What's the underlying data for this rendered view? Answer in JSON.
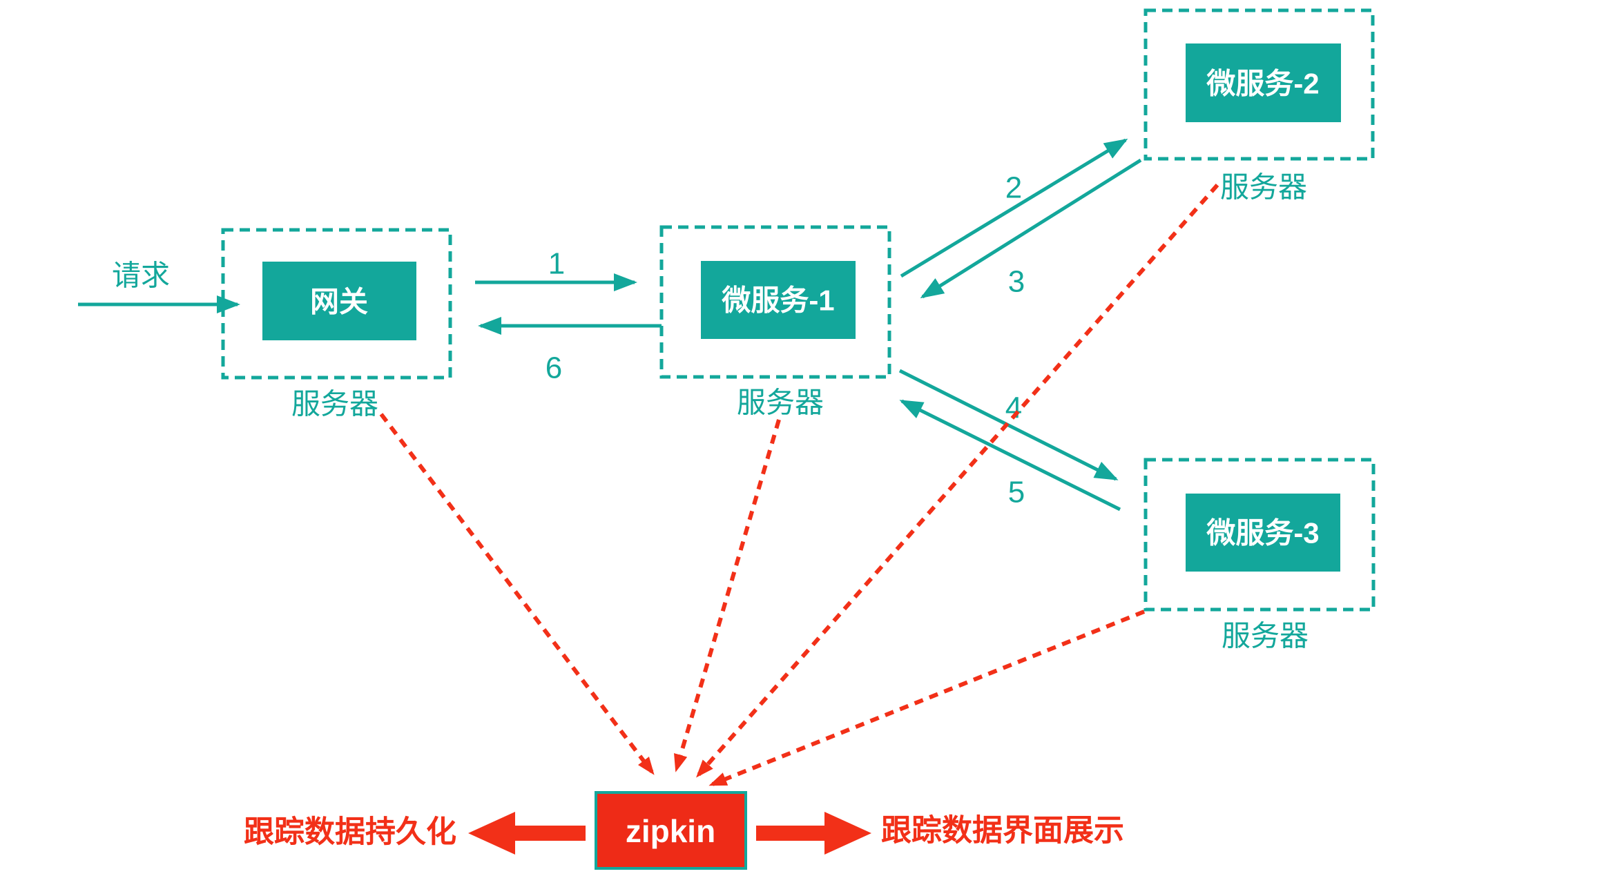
{
  "colors": {
    "teal": "#13a79b",
    "red": "#f23018",
    "zipkin_fill": "#ee2b17",
    "box_text": "#ffffff",
    "background": "#ffffff"
  },
  "nodes": {
    "gateway": {
      "label": "网关",
      "server_label": "服务器"
    },
    "microservice_1": {
      "label": "微服务-1",
      "server_label": "服务器"
    },
    "microservice_2": {
      "label": "微服务-2",
      "server_label": "服务器"
    },
    "microservice_3": {
      "label": "微服务-3",
      "server_label": "服务器"
    },
    "zipkin": {
      "label": "zipkin"
    }
  },
  "flow_labels": {
    "request": "请求",
    "step1": "1",
    "step2": "2",
    "step3": "3",
    "step4": "4",
    "step5": "5",
    "step6": "6"
  },
  "annotations": {
    "persistence": "跟踪数据持久化",
    "ui_display": "跟踪数据界面展示"
  }
}
